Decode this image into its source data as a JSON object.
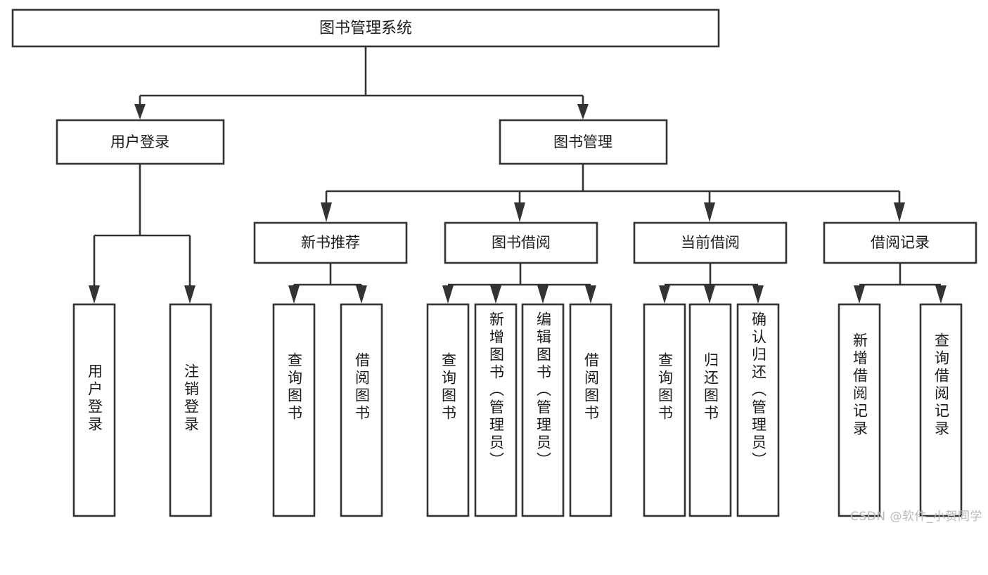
{
  "diagram": {
    "type": "tree-hierarchy-chart",
    "title": "图书管理系统",
    "watermark": "CSDN @软件_小贺同学",
    "colors": {
      "box_stroke": "#333333",
      "box_fill": "#ffffff",
      "text": "#1a1a1a",
      "watermark": "#b9b9b9",
      "background": "#ffffff"
    },
    "root": {
      "id": "root",
      "label": "图书管理系统",
      "orientation": "horizontal"
    },
    "level2": [
      {
        "id": "user-login",
        "label": "用户登录",
        "orientation": "horizontal"
      },
      {
        "id": "book-management",
        "label": "图书管理",
        "orientation": "horizontal"
      }
    ],
    "level3": [
      {
        "id": "new-book-recommend",
        "label": "新书推荐",
        "parent": "book-management",
        "orientation": "horizontal"
      },
      {
        "id": "book-borrow",
        "label": "图书借阅",
        "parent": "book-management",
        "orientation": "horizontal"
      },
      {
        "id": "current-borrow",
        "label": "当前借阅",
        "parent": "book-management",
        "orientation": "horizontal"
      },
      {
        "id": "borrow-record",
        "label": "借阅记录",
        "parent": "book-management",
        "orientation": "horizontal"
      }
    ],
    "leaves": [
      {
        "id": "leaf-user-login",
        "label": "用户登录",
        "parent": "user-login",
        "orientation": "vertical"
      },
      {
        "id": "leaf-logout-login",
        "label": "注销登录",
        "parent": "user-login",
        "orientation": "vertical"
      },
      {
        "id": "leaf-query-book-nbr",
        "label": "查询图书",
        "parent": "new-book-recommend",
        "orientation": "vertical"
      },
      {
        "id": "leaf-borrow-book-nbr",
        "label": "借阅图书",
        "parent": "new-book-recommend",
        "orientation": "vertical"
      },
      {
        "id": "leaf-query-book-bb",
        "label": "查询图书",
        "parent": "book-borrow",
        "orientation": "vertical"
      },
      {
        "id": "leaf-add-book",
        "label": "新增图书（管理员）",
        "parent": "book-borrow",
        "orientation": "vertical"
      },
      {
        "id": "leaf-edit-book",
        "label": "编辑图书（管理员）",
        "parent": "book-borrow",
        "orientation": "vertical"
      },
      {
        "id": "leaf-borrow-book-bb",
        "label": "借阅图书",
        "parent": "book-borrow",
        "orientation": "vertical"
      },
      {
        "id": "leaf-query-book-cb",
        "label": "查询图书",
        "parent": "current-borrow",
        "orientation": "vertical"
      },
      {
        "id": "leaf-return-book",
        "label": "归还图书",
        "parent": "current-borrow",
        "orientation": "vertical"
      },
      {
        "id": "leaf-confirm-return",
        "label": "确认归还（管理员）",
        "parent": "current-borrow",
        "orientation": "vertical"
      },
      {
        "id": "leaf-add-borrow-record",
        "label": "新增借阅记录",
        "parent": "borrow-record",
        "orientation": "vertical"
      },
      {
        "id": "leaf-query-borrow-record",
        "label": "查询借阅记录",
        "parent": "borrow-record",
        "orientation": "vertical"
      }
    ]
  }
}
